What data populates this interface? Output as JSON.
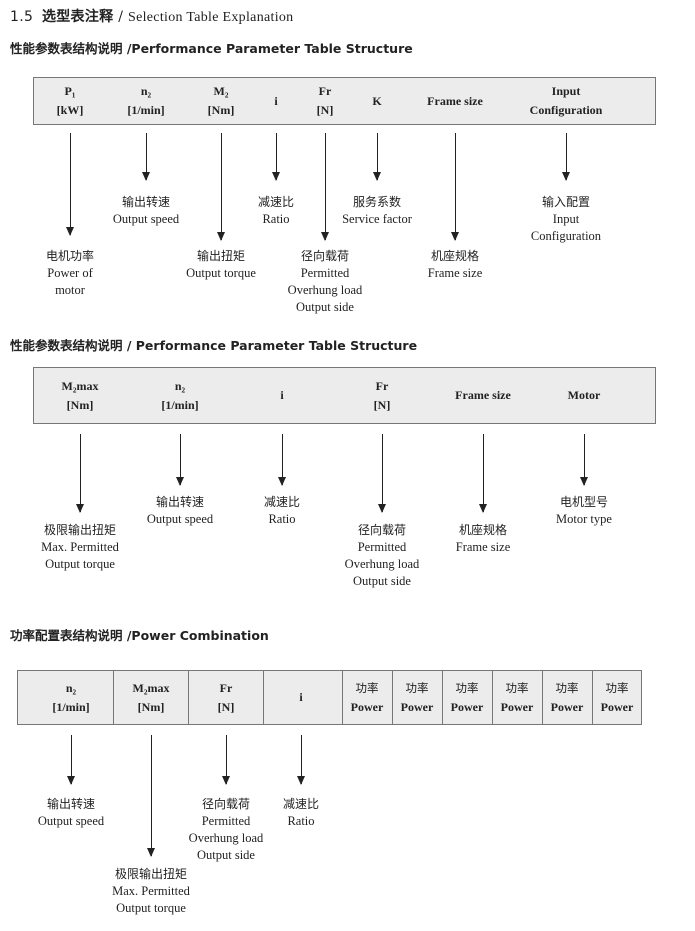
{
  "heading": {
    "number": "1.5",
    "cn": "选型表注释",
    "sep": "/",
    "en": "Selection Table Explanation"
  },
  "section1": {
    "title": "性能参数表结构说明 /Performance Parameter Table Structure",
    "cols": [
      {
        "l1": "P₁",
        "l2": "[kW]"
      },
      {
        "l1": "n₂",
        "l2": "[1/min]"
      },
      {
        "l1": "M₂",
        "l2": "[Nm]"
      },
      {
        "l1": "i",
        "l2": ""
      },
      {
        "l1": "Fr",
        "l2": "[N]"
      },
      {
        "l1": "K",
        "l2": ""
      },
      {
        "l1": "Frame size",
        "l2": ""
      },
      {
        "l1": "Input",
        "l2": "Configuration"
      }
    ],
    "labels": [
      {
        "cn": "电机功率",
        "en": [
          "Power of",
          "motor"
        ]
      },
      {
        "cn": "输出转速",
        "en": [
          "Output speed"
        ]
      },
      {
        "cn": "输出扭矩",
        "en": [
          "Output torque"
        ]
      },
      {
        "cn": "减速比",
        "en": [
          "Ratio"
        ]
      },
      {
        "cn": "径向载荷",
        "en": [
          "Permitted",
          "Overhung load",
          "Output side"
        ]
      },
      {
        "cn": "服务系数",
        "en": [
          "Service factor"
        ]
      },
      {
        "cn": "机座规格",
        "en": [
          "Frame size"
        ]
      },
      {
        "cn": "输入配置",
        "en": [
          "Input",
          "Configuration"
        ]
      }
    ]
  },
  "section2": {
    "title": "性能参数表结构说明 / Performance Parameter Table Structure",
    "cols": [
      {
        "l1": "M₂max",
        "l2": "[Nm]"
      },
      {
        "l1": "n₂",
        "l2": "[1/min]"
      },
      {
        "l1": "i",
        "l2": ""
      },
      {
        "l1": "Fr",
        "l2": "[N]"
      },
      {
        "l1": "Frame size",
        "l2": ""
      },
      {
        "l1": "Motor",
        "l2": ""
      }
    ],
    "labels": [
      {
        "cn": "极限输出扭矩",
        "en": [
          "Max. Permitted",
          "Output  torque"
        ]
      },
      {
        "cn": "输出转速",
        "en": [
          "Output speed"
        ]
      },
      {
        "cn": "减速比",
        "en": [
          "Ratio"
        ]
      },
      {
        "cn": "径向载荷",
        "en": [
          "Permitted",
          "Overhung load",
          "Output side"
        ]
      },
      {
        "cn": "机座规格",
        "en": [
          "Frame size"
        ]
      },
      {
        "cn": "电机型号",
        "en": [
          "Motor type"
        ]
      }
    ]
  },
  "section3": {
    "title": "功率配置表结构说明 /Power Combination",
    "cols": [
      {
        "l1": "n₂",
        "l2": "[1/min]"
      },
      {
        "l1": "M₂max",
        "l2": "[Nm]"
      },
      {
        "l1": "Fr",
        "l2": "[N]"
      },
      {
        "l1": "i",
        "l2": ""
      }
    ],
    "power_cols": [
      {
        "cn": "功率",
        "en": "Power"
      },
      {
        "cn": "功率",
        "en": "Power"
      },
      {
        "cn": "功率",
        "en": "Power"
      },
      {
        "cn": "功率",
        "en": "Power"
      },
      {
        "cn": "功率",
        "en": "Power"
      },
      {
        "cn": "功率",
        "en": "Power"
      }
    ],
    "labels": [
      {
        "cn": "输出转速",
        "en": [
          "Output speed"
        ]
      },
      {
        "cn": "极限输出扭矩",
        "en": [
          "Max. Permitted",
          "Output  torque"
        ]
      },
      {
        "cn": "径向载荷",
        "en": [
          "Permitted",
          "Overhung load",
          "Output side"
        ]
      },
      {
        "cn": "减速比",
        "en": [
          "Ratio"
        ]
      }
    ]
  }
}
